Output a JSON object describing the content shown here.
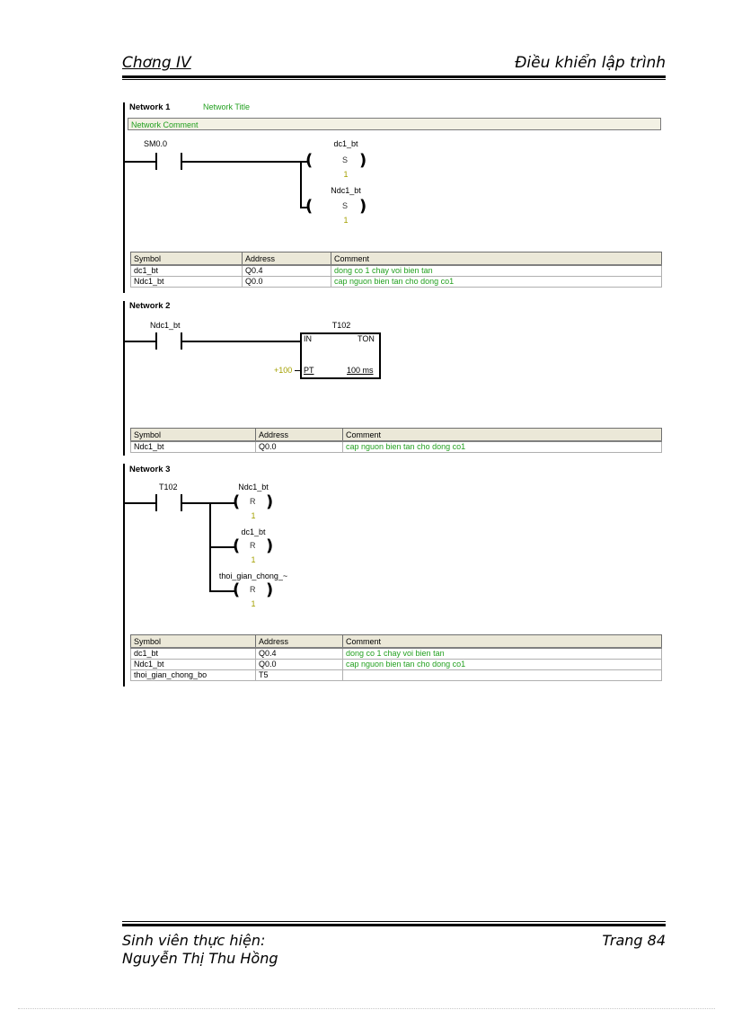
{
  "header": {
    "chapter": "Chơng  IV",
    "title": "Điều khiển lập trình"
  },
  "networks": [
    {
      "label": "Network 1",
      "title": "Network Title",
      "comment": "Network Comment",
      "contact": "SM0.0",
      "coils": [
        {
          "name": "dc1_bt",
          "op": "S",
          "n": "1"
        },
        {
          "name": "Ndc1_bt",
          "op": "S",
          "n": "1"
        }
      ],
      "symbols": {
        "headers": [
          "Symbol",
          "Address",
          "Comment"
        ],
        "rows": [
          [
            "dc1_bt",
            "Q0.4",
            "dong co 1 chay voi bien tan"
          ],
          [
            "Ndc1_bt",
            "Q0.0",
            "cap nguon bien tan cho dong co1"
          ]
        ]
      }
    },
    {
      "label": "Network 2",
      "contact": "Ndc1_bt",
      "timer": {
        "name": "T102",
        "type": "TON",
        "in": "IN",
        "pt": "PT",
        "preset": "+100",
        "base": "100 ms"
      },
      "symbols": {
        "headers": [
          "Symbol",
          "Address",
          "Comment"
        ],
        "rows": [
          [
            "Ndc1_bt",
            "Q0.0",
            "cap nguon bien tan cho dong co1"
          ]
        ]
      }
    },
    {
      "label": "Network 3",
      "contact": "T102",
      "coils": [
        {
          "name": "Ndc1_bt",
          "op": "R",
          "n": "1"
        },
        {
          "name": "dc1_bt",
          "op": "R",
          "n": "1"
        },
        {
          "name": "thoi_gian_chong_~",
          "op": "R",
          "n": "1"
        }
      ],
      "symbols": {
        "headers": [
          "Symbol",
          "Address",
          "Comment"
        ],
        "rows": [
          [
            "dc1_bt",
            "Q0.4",
            "dong co 1 chay voi bien tan"
          ],
          [
            "Ndc1_bt",
            "Q0.0",
            "cap nguon bien tan cho dong co1"
          ],
          [
            "thoi_gian_chong_bo",
            "T5",
            ""
          ]
        ]
      }
    }
  ],
  "footer": {
    "line1": "Sinh viên thực hiện:",
    "line2": "Nguyễn Thị Thu Hồng",
    "page": "Trang 84"
  }
}
